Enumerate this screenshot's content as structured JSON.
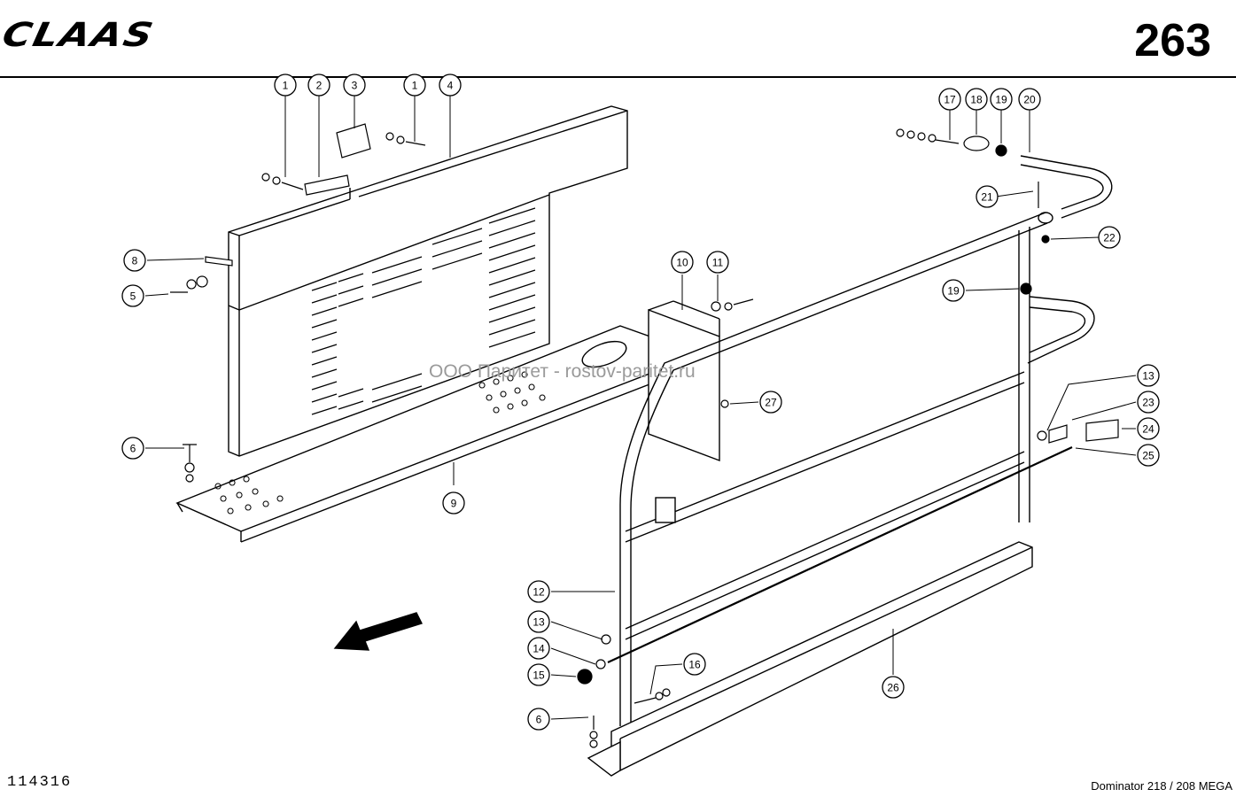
{
  "header": {
    "brand": "CLAAS",
    "page_number": "263"
  },
  "footer": {
    "document_number": "114316",
    "model": "Dominator 218 / 208 MEGA"
  },
  "watermark": "ООО Паритет - rostov-paritet.ru",
  "callouts": [
    "1",
    "2",
    "3",
    "1",
    "4",
    "17",
    "18",
    "19",
    "20",
    "8",
    "21",
    "22",
    "5",
    "10",
    "11",
    "19",
    "27",
    "13",
    "6",
    "23",
    "24",
    "25",
    "9",
    "12",
    "13",
    "14",
    "16",
    "15",
    "6",
    "26"
  ],
  "colors": {
    "ink": "#000000",
    "paper": "#ffffff",
    "watermark": "#9a9a9a"
  }
}
